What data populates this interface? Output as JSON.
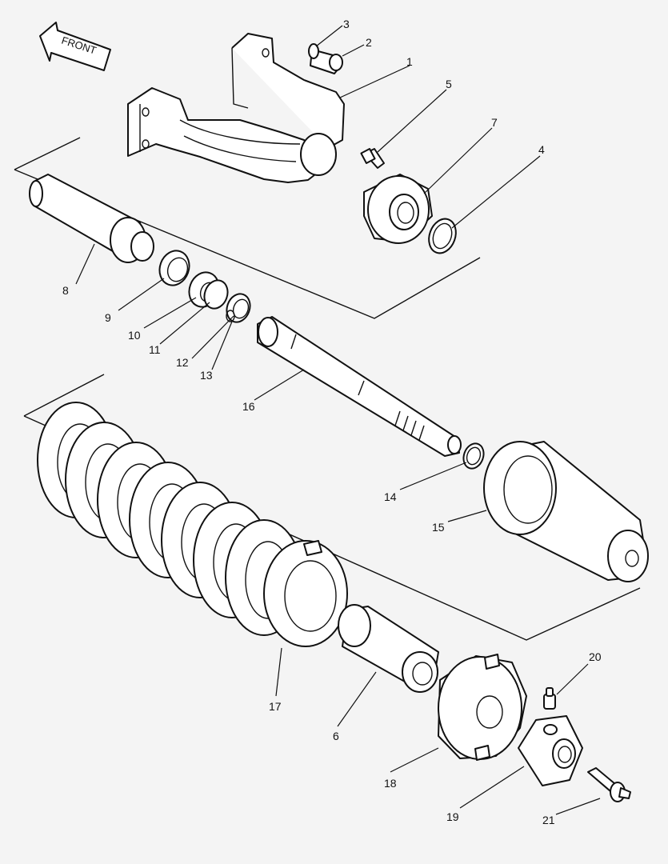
{
  "front_label": "FRONT",
  "callouts": [
    {
      "id": "1",
      "label": "1"
    },
    {
      "id": "2",
      "label": "2"
    },
    {
      "id": "3",
      "label": "3"
    },
    {
      "id": "4",
      "label": "4"
    },
    {
      "id": "5",
      "label": "5"
    },
    {
      "id": "6",
      "label": "6"
    },
    {
      "id": "7",
      "label": "7"
    },
    {
      "id": "8",
      "label": "8"
    },
    {
      "id": "9",
      "label": "9"
    },
    {
      "id": "10",
      "label": "10"
    },
    {
      "id": "11",
      "label": "11"
    },
    {
      "id": "12",
      "label": "12"
    },
    {
      "id": "13",
      "label": "13"
    },
    {
      "id": "14",
      "label": "14"
    },
    {
      "id": "15",
      "label": "15"
    },
    {
      "id": "16",
      "label": "16"
    },
    {
      "id": "17",
      "label": "17"
    },
    {
      "id": "18",
      "label": "18"
    },
    {
      "id": "19",
      "label": "19"
    },
    {
      "id": "20",
      "label": "20"
    },
    {
      "id": "21",
      "label": "21"
    }
  ],
  "colors": {
    "background": "#f4f4f4",
    "line": "#111111",
    "fill": "#ffffff"
  }
}
